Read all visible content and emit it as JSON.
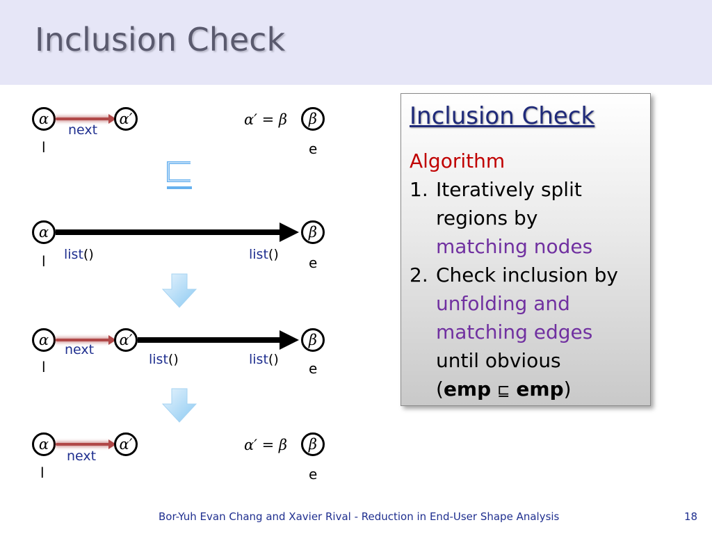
{
  "slide": {
    "title": "Inclusion Check",
    "footer": "Bor-Yuh Evan Chang and Xavier Rival - Reduction in End-User Shape Analysis",
    "page_number": "18"
  },
  "diagram": {
    "alpha": "α",
    "alpha_prime": "α′",
    "beta": "β",
    "eq_lhs": "α′",
    "eq_op": " = ",
    "eq_rhs": "β",
    "var_l": "l",
    "var_e": "e",
    "next": "next",
    "list_name": "list",
    "list_parens": "()"
  },
  "box": {
    "title": "Inclusion Check",
    "heading": "Algorithm",
    "step1_num": "1.",
    "step1_line1": "Iteratively split",
    "step1_line2": "regions by",
    "step1_line3": "matching nodes",
    "step2_num": "2.",
    "step2_line1": "Check inclusion by",
    "step2_line2": "unfolding and",
    "step2_line3": "matching edges",
    "step2_line4": "until obvious",
    "emp_open": "(",
    "emp1": "emp",
    "emp_op": "⊑",
    "emp2": "emp",
    "emp_close": ")"
  },
  "colors": {
    "title_band": "#e6e6f7",
    "next_edge": "#b04848",
    "heading_red": "#c00000",
    "highlight_purple": "#7030a0",
    "footer_blue": "#1f2f8f"
  }
}
